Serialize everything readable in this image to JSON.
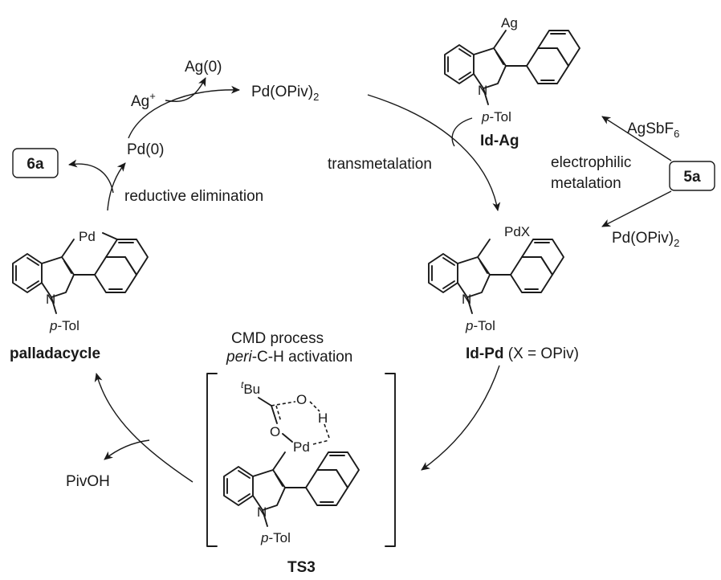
{
  "reagents": {
    "pd_oac": "Pd(OPiv)",
    "pd_oac_sub": "2",
    "ag_plus": "Ag",
    "ag_plus_sup": "+",
    "ag_zero": "Ag(0)",
    "pd_zero": "Pd(0)",
    "agsbf6": "AgSbF",
    "agsbf6_sub": "6",
    "pd_oac_right": "Pd(OPiv)",
    "pd_oac_right_sub": "2",
    "pivoh": "PivOH"
  },
  "boxes": {
    "product": "6a",
    "start": "5a"
  },
  "steps": {
    "reductive_elimination": "reductive elimination",
    "transmetalation": "transmetalation",
    "electrophilic_1": "electrophilic",
    "electrophilic_2": "metalation",
    "cmd_1": "CMD process",
    "cmd_2_italic": "peri",
    "cmd_2_rest": "-C-H activation"
  },
  "compounds": {
    "id_ag": "Id-Ag",
    "id_pd": "Id-Pd",
    "id_pd_note": " (X = OPiv)",
    "palladacycle": "palladacycle",
    "ts3": "TS3"
  },
  "atoms": {
    "ag": "Ag",
    "pdx": "PdX",
    "pd": "Pd",
    "n": "N",
    "ptol_italic": "p",
    "ptol_rest": "-Tol",
    "tbu_sup": "t",
    "tbu_rest": "Bu",
    "o": "O",
    "h": "H"
  }
}
